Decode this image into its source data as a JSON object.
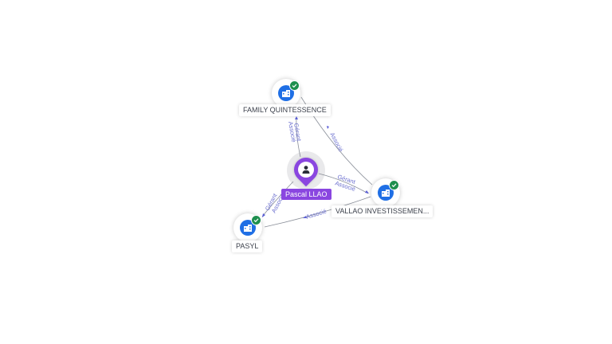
{
  "graph": {
    "person": {
      "name": "Pascal LLAO",
      "icon": "user-icon",
      "accent": "#8a46e0"
    },
    "companies": [
      {
        "id": "family",
        "name": "FAMILY QUINTESSENCE",
        "icon": "company-icon",
        "verified": true
      },
      {
        "id": "vallao",
        "name": "VALLAO INVESTISSEMEN...",
        "icon": "company-icon",
        "verified": true
      },
      {
        "id": "pasyl",
        "name": "PASYL",
        "icon": "company-icon",
        "verified": true
      }
    ],
    "edges": [
      {
        "from": "Pascal LLAO",
        "to": "FAMILY QUINTESSENCE",
        "roles": [
          "Gérant",
          "Associé"
        ]
      },
      {
        "from": "Pascal LLAO",
        "to": "VALLAO INVESTISSEMEN...",
        "roles": [
          "Gérant",
          "Associé"
        ]
      },
      {
        "from": "Pascal LLAO",
        "to": "PASYL",
        "roles": [
          "Gérant",
          "Associé"
        ]
      },
      {
        "from": "VALLAO INVESTISSEMEN...",
        "to": "FAMILY QUINTESSENCE",
        "roles": [
          "Associé"
        ]
      },
      {
        "from": "VALLAO INVESTISSEMEN...",
        "to": "PASYL",
        "roles": [
          "Associé"
        ]
      }
    ],
    "colors": {
      "company_icon": "#1f6fe5",
      "verified_badge": "#1e8f4e",
      "edge_label": "#6b6fcf"
    }
  }
}
